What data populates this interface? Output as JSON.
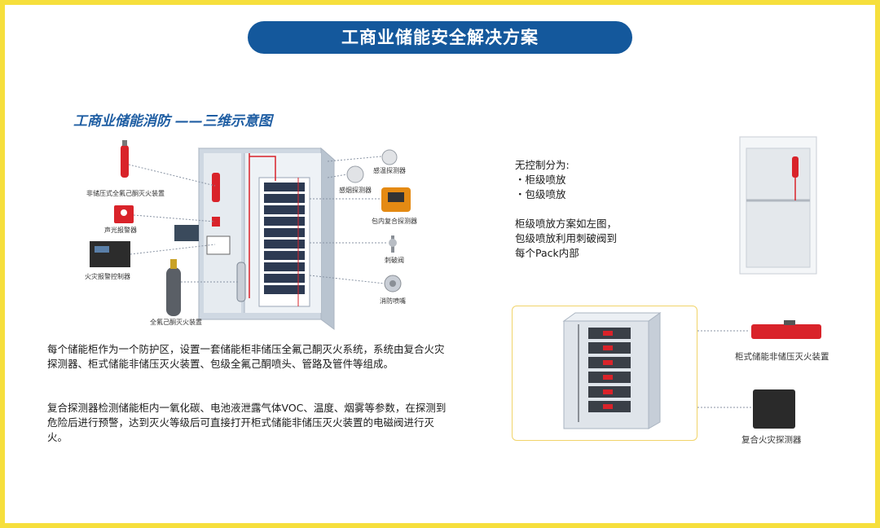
{
  "header": {
    "title": "工商业储能安全解决方案"
  },
  "diagram": {
    "title": "工商业储能消防 ——三维示意图",
    "labels": {
      "non_pressure_device": "非储压式全氟己酮灭火装置",
      "alarm": "声光报警器",
      "controller": "火灾报警控制器",
      "cylinder": "全氟己酮灭火装置",
      "heat_detector": "感温探测器",
      "smoke_detector": "感烟探测器",
      "pack_detector": "包内复合探测器",
      "pierce_valve": "刺破阀",
      "nozzle": "消防喷嘴"
    }
  },
  "description": {
    "para1": "每个储能柜作为一个防护区，设置一套储能柜非储压全氟己酮灭火系统，系统由复合火灾探测器、柜式储能非储压灭火装置、包级全氟己酮喷头、管路及管件等组成。",
    "para2": "复合探测器检测储能柜内一氧化碳、电池液泄露气体VOC、温度、烟雾等参数，在探测到危险后进行预警，达到灭火等级后可直接打开柜式储能非储压灭火装置的电磁阀进行灭火。"
  },
  "right": {
    "lines": [
      "无控制分为:",
      "・柜级喷放",
      "・包级喷放",
      "",
      "柜级喷放方案如左图，",
      "包级喷放利用刺破阀到",
      "每个Pack内部"
    ],
    "cap_device": "柜式储能非储压灭火装置",
    "cap_detector": "复合火灾探测器"
  },
  "colors": {
    "frame": "#f6df3c",
    "title_bg": "#14589c",
    "diagram_title": "#1f5ea3",
    "device_red": "#d9232a"
  }
}
